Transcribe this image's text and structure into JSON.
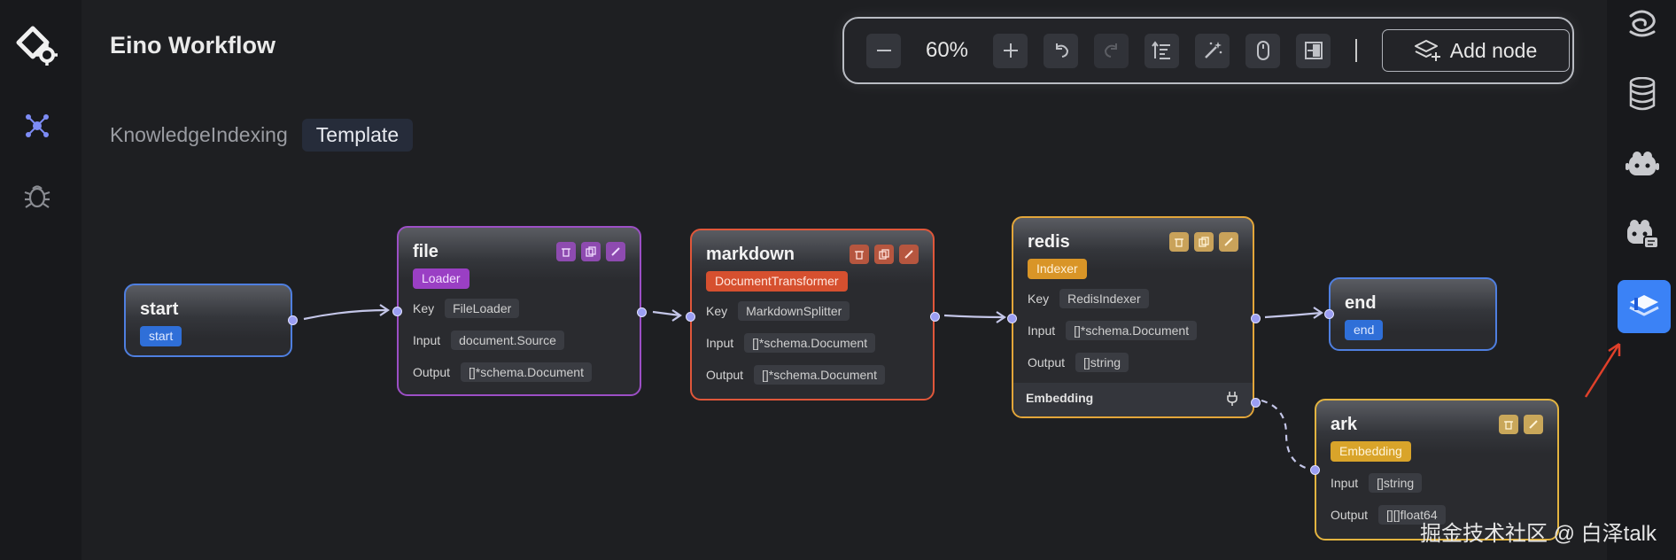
{
  "app": {
    "title": "Eino Workflow"
  },
  "breadcrumbs": [
    "KnowledgeIndexing",
    "Template"
  ],
  "toolbar": {
    "zoom": "60%",
    "add_node_label": "Add node"
  },
  "nodes": {
    "start": {
      "title": "start",
      "badge": "start"
    },
    "file": {
      "title": "file",
      "badge": "Loader",
      "key_label": "Key",
      "key": "FileLoader",
      "input_label": "Input",
      "input": "document.Source",
      "output_label": "Output",
      "output": "[]*schema.Document"
    },
    "markdown": {
      "title": "markdown",
      "badge": "DocumentTransformer",
      "key_label": "Key",
      "key": "MarkdownSplitter",
      "input_label": "Input",
      "input": "[]*schema.Document",
      "output_label": "Output",
      "output": "[]*schema.Document"
    },
    "redis": {
      "title": "redis",
      "badge": "Indexer",
      "key_label": "Key",
      "key": "RedisIndexer",
      "input_label": "Input",
      "input": "[]*schema.Document",
      "output_label": "Output",
      "output": "[]string",
      "footer": "Embedding"
    },
    "end": {
      "title": "end",
      "badge": "end"
    },
    "ark": {
      "title": "ark",
      "badge": "Embedding",
      "input_label": "Input",
      "input": "[]string",
      "output_label": "Output",
      "output": "[][]float64"
    }
  },
  "watermark": "掘金技术社区 @ 白泽talk",
  "colors": {
    "start": "#4f7fe0",
    "file": "#9c4fc6",
    "markdown": "#e0573a",
    "redis": "#e3a63a",
    "end": "#4f7fe0",
    "ark": "#e3b440",
    "accent": "#2f7ae0",
    "port": "#9b9ef2"
  }
}
